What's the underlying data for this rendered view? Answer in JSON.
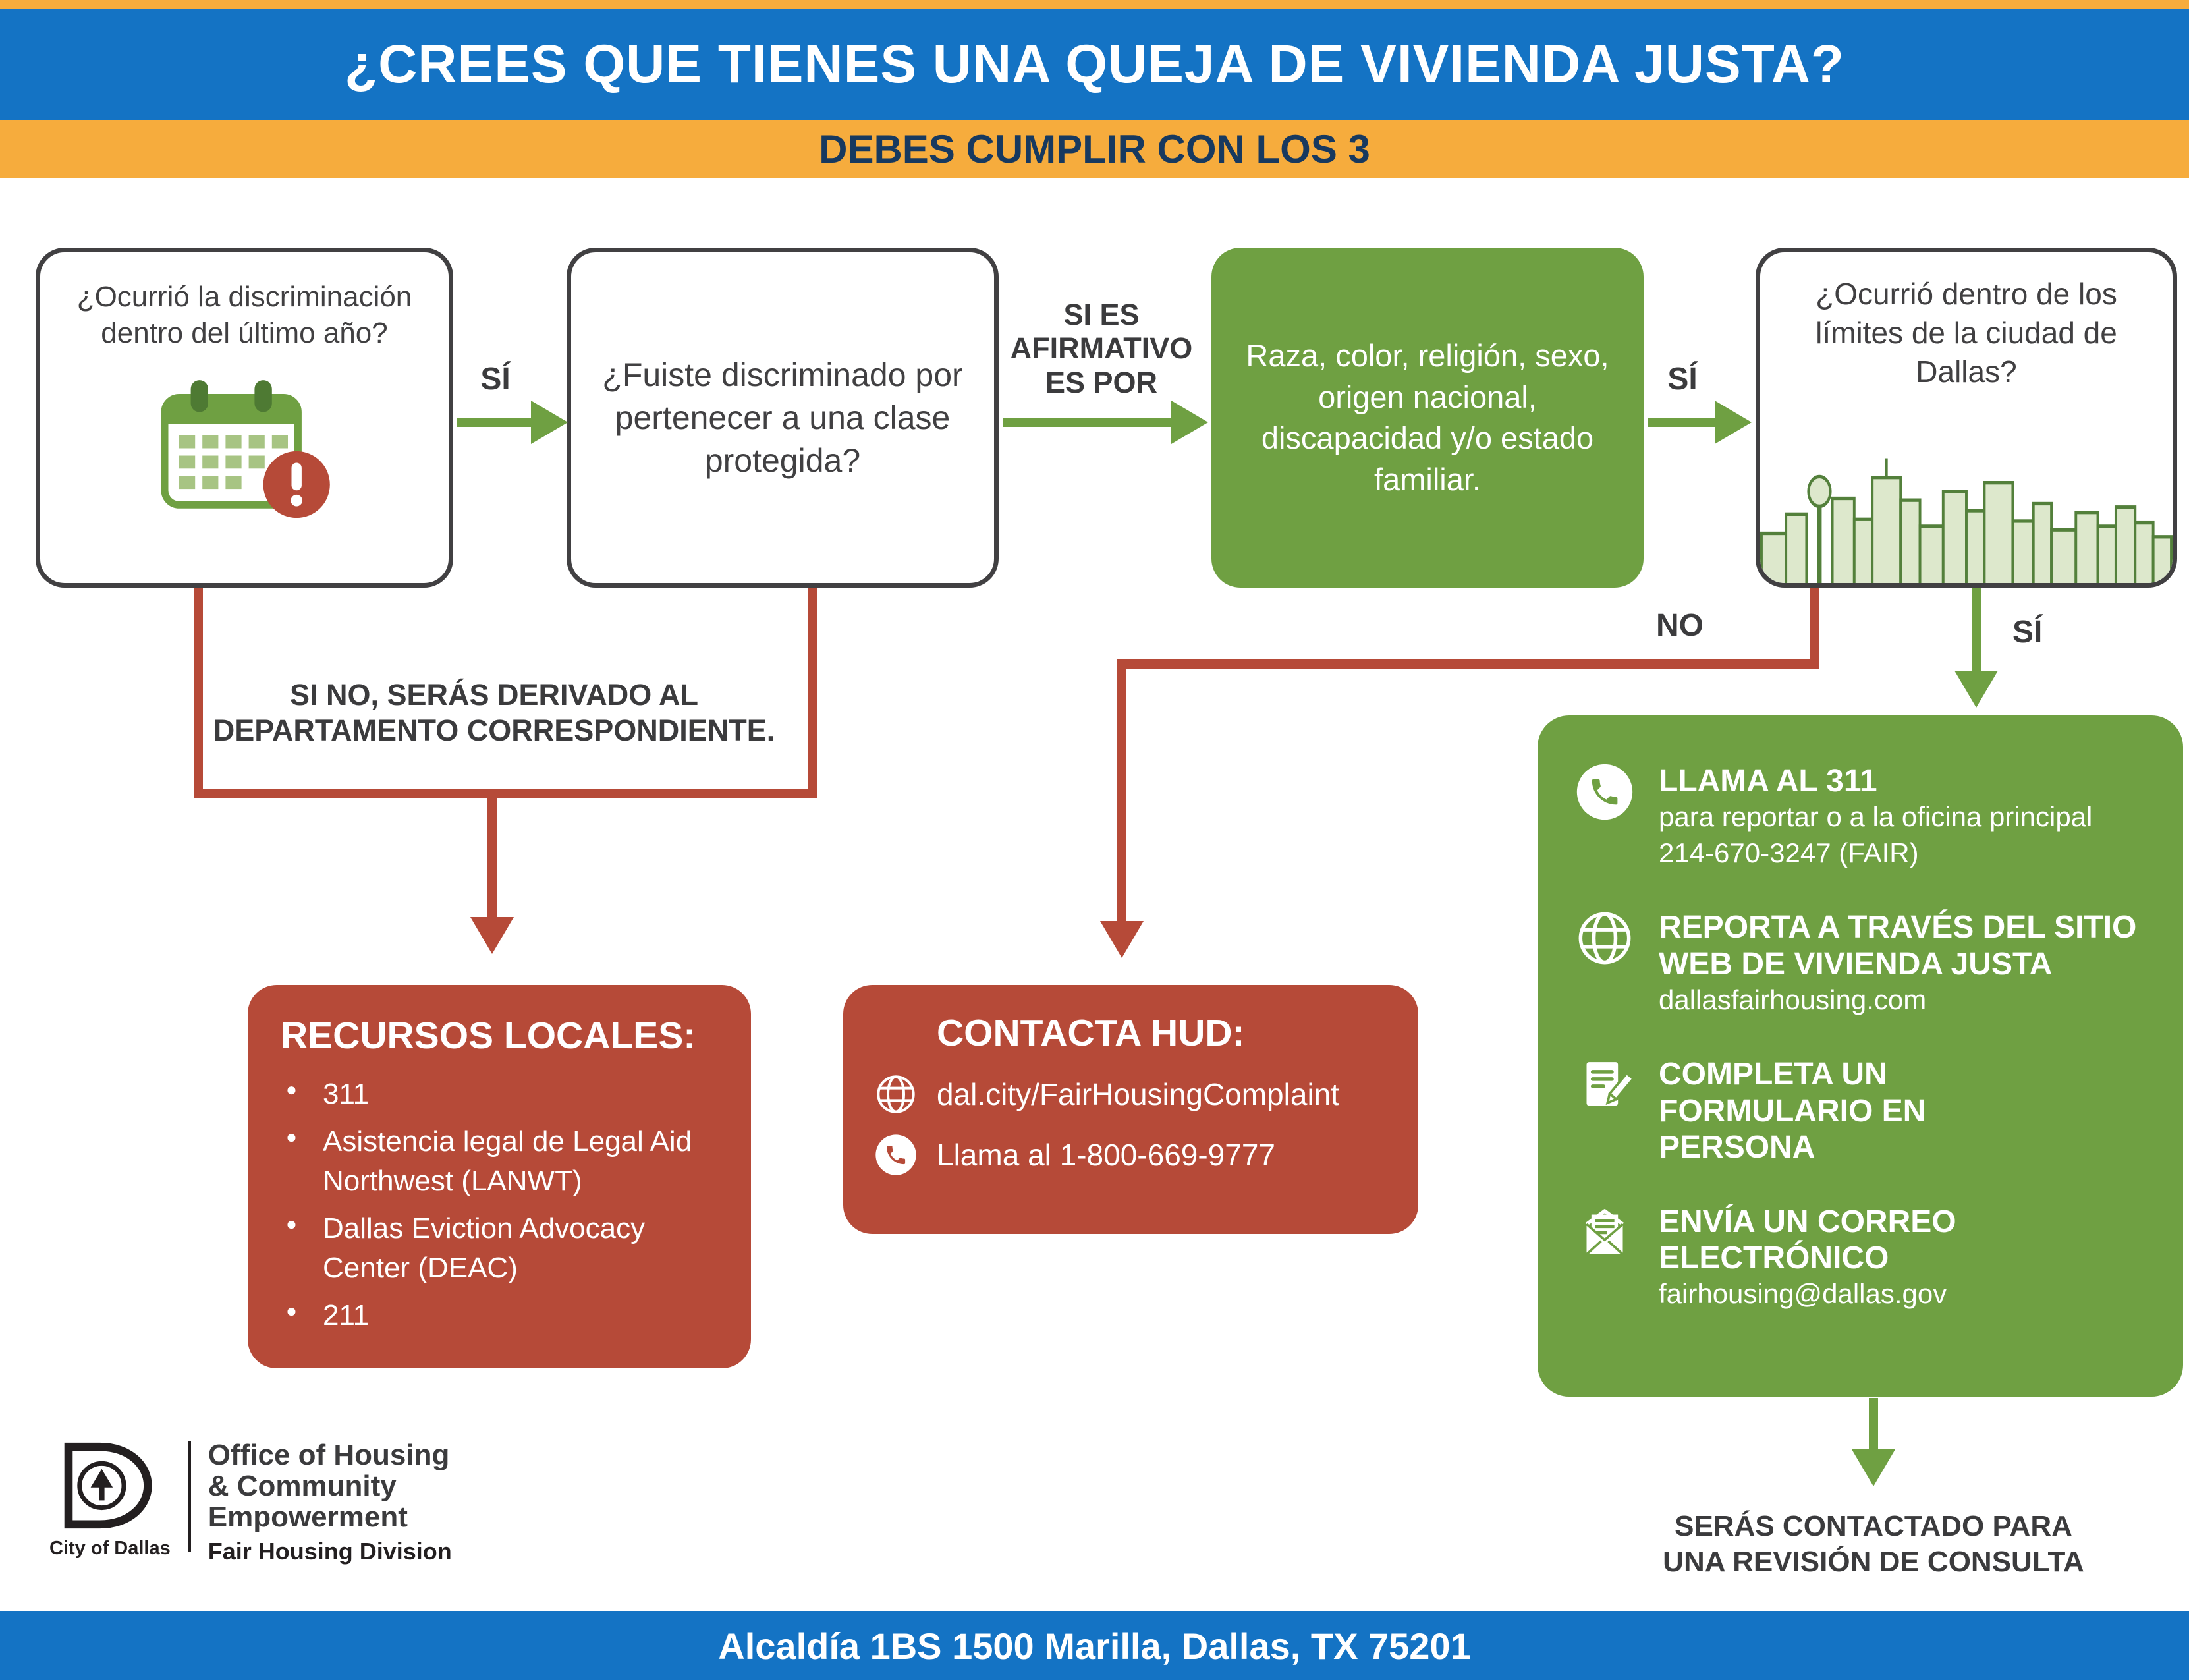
{
  "header": {
    "title": "¿CREES QUE TIENES UNA QUEJA DE VIVIENDA JUSTA?",
    "subtitle": "DEBES CUMPLIR CON LOS 3"
  },
  "flow": {
    "q_year": "¿Ocurrió la discriminación dentro del último año?",
    "label_si_1": "SÍ",
    "q_protected_class": "¿Fuiste discriminado por pertenecer a una clase protegida?",
    "label_affirmative": "SI ES AFIRMATIVO ES POR",
    "protected_classes": "Raza, color, religión, sexo, origen nacional, discapacidad y/o estado familiar.",
    "label_si_2": "SÍ",
    "q_city_limits": "¿Ocurrió dentro de los límites de la ciudad de Dallas?",
    "label_no": "NO",
    "label_si_3": "SÍ",
    "referral_note": "SI NO, SERÁS DERIVADO AL DEPARTAMENTO CORRESPONDIENTE."
  },
  "local_resources": {
    "title": "RECURSOS LOCALES:",
    "items": [
      "311",
      "Asistencia legal de Legal Aid Northwest (LANWT)",
      "Dallas Eviction Advocacy Center (DEAC)",
      "211"
    ]
  },
  "hud": {
    "title": "CONTACTA HUD:",
    "website": "dal.city/FairHousingComplaint",
    "phone": "Llama al 1-800-669-9777"
  },
  "green_panel": {
    "items": [
      {
        "icon": "phone-icon",
        "title": "LLAMA AL 311",
        "line1": "para reportar o a la oficina principal",
        "line2": "214-670-3247 (FAIR)"
      },
      {
        "icon": "globe-icon",
        "title": "REPORTA A TRAVÉS DEL SITIO WEB DE VIVIENDA JUSTA",
        "line1": "dallasfairhousing.com"
      },
      {
        "icon": "form-icon",
        "title": "COMPLETA UN FORMULARIO EN PERSONA"
      },
      {
        "icon": "email-icon",
        "title": "ENVÍA UN CORREO ELECTRÓNICO",
        "line1": "fairhousing@dallas.gov"
      }
    ],
    "footer_note": "SERÁS CONTACTADO PARA UNA REVISIÓN DE CONSULTA"
  },
  "logo": {
    "line1": "Office of Housing",
    "line2": "& Community",
    "line3": "Empowerment",
    "division": "Fair Housing Division",
    "city": "City of Dallas"
  },
  "footer": {
    "address": "Alcaldía 1BS 1500 Marilla, Dallas, TX 75201"
  },
  "colors": {
    "blue": "#1473C4",
    "yellow": "#F6AC3D",
    "green": "#6FA042",
    "red": "#B64A38",
    "dark": "#414042",
    "navy": "#17395F"
  }
}
